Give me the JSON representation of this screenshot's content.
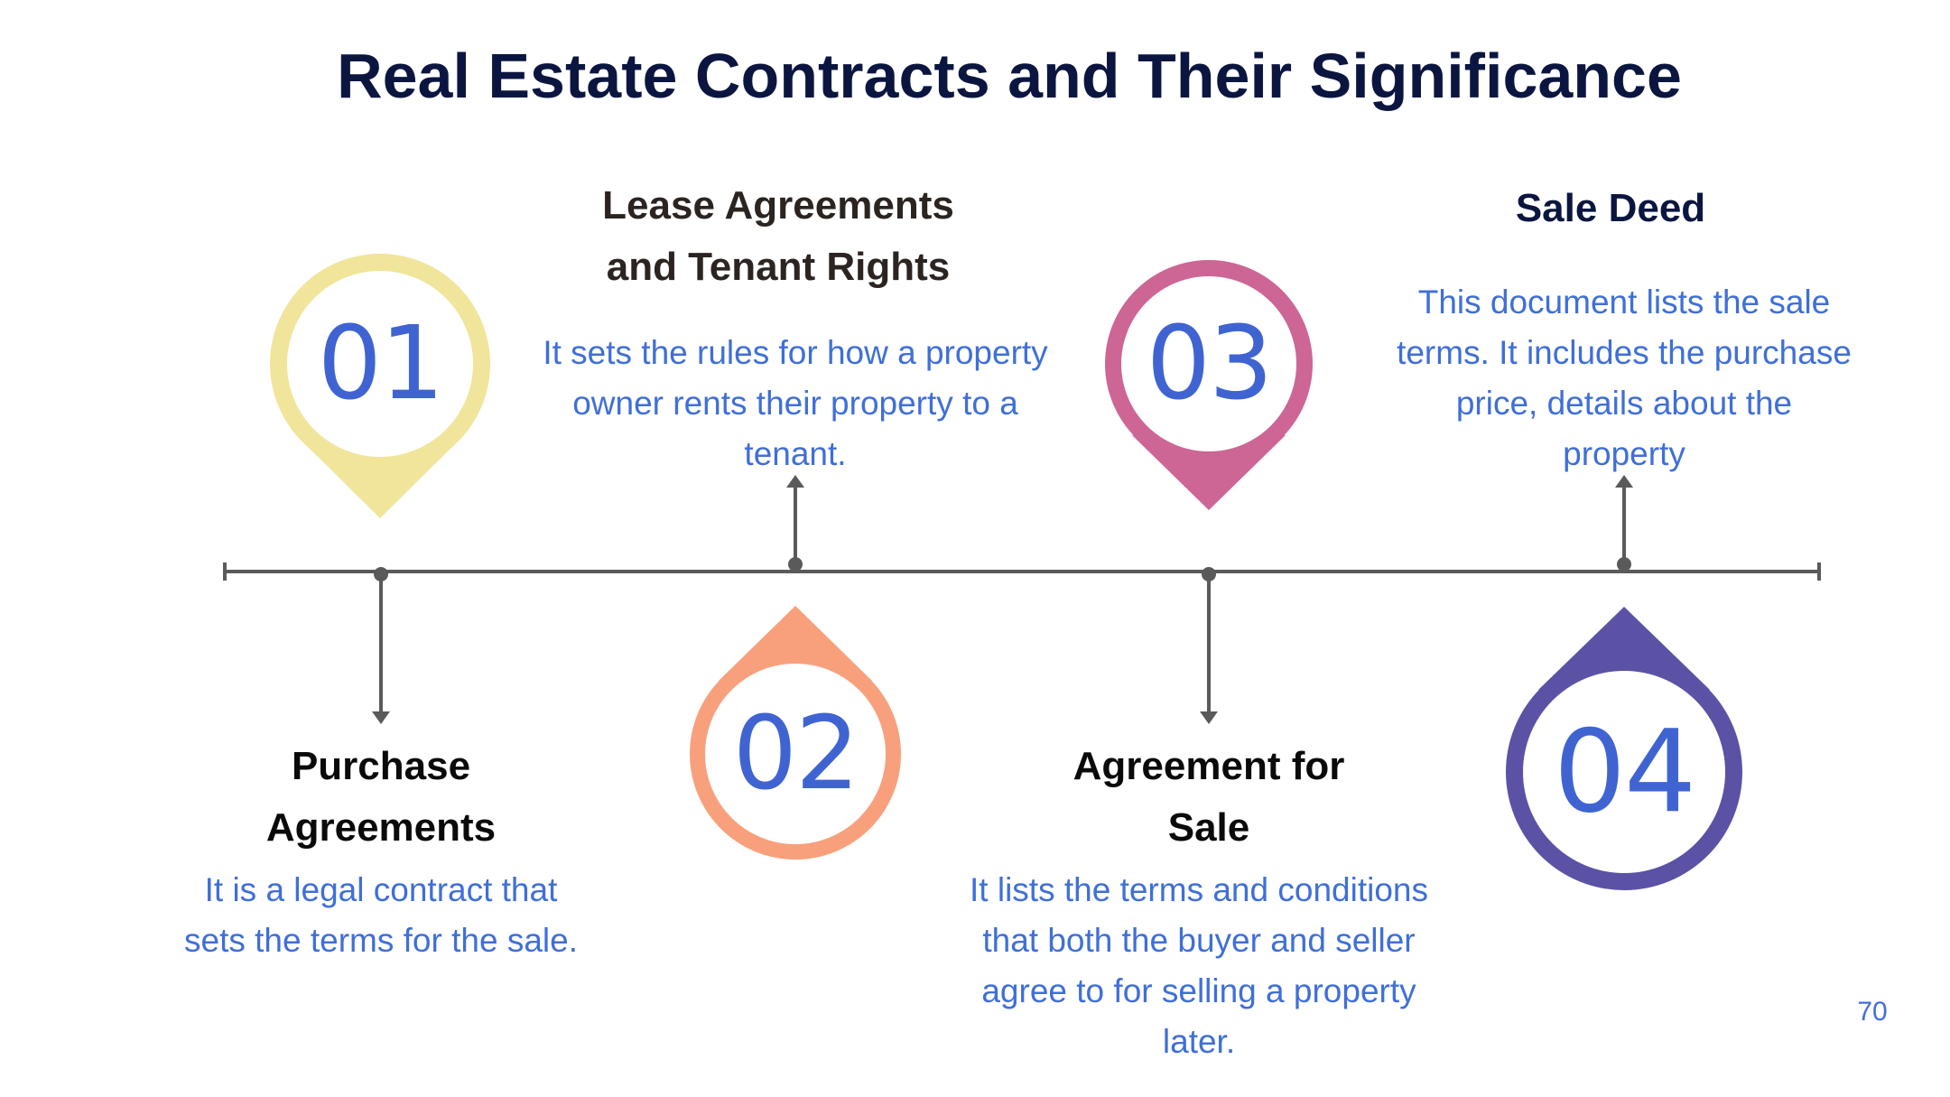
{
  "title": "Real Estate Contracts and Their Significance",
  "page_number": "70",
  "colors": {
    "title": "#0b1640",
    "description": "#3f6fd8",
    "number": "#3f64d2",
    "timeline": "#5a5a5a"
  },
  "steps": [
    {
      "number": "01",
      "marker_color": "#f0e59a",
      "heading_lines": [
        "Purchase",
        "Agreements"
      ],
      "description_lines": [
        "It is a legal contract that",
        "sets the terms for the sale."
      ]
    },
    {
      "number": "02",
      "marker_color": "#f8a07c",
      "heading_lines": [
        "Lease Agreements",
        "and Tenant Rights"
      ],
      "description_lines": [
        "It sets the rules for how a property",
        "owner rents their property to a",
        "tenant."
      ]
    },
    {
      "number": "03",
      "marker_color": "#cd6694",
      "heading_lines": [
        "Agreement for",
        "Sale"
      ],
      "description_lines": [
        "It lists the terms and conditions",
        "that both the buyer and seller",
        "agree to for selling a property",
        "later."
      ]
    },
    {
      "number": "04",
      "marker_color": "#5b52a5",
      "heading_lines": [
        "Sale Deed"
      ],
      "description_lines": [
        "This document lists the sale",
        "terms. It includes the purchase",
        "price, details about the",
        "property"
      ]
    }
  ]
}
